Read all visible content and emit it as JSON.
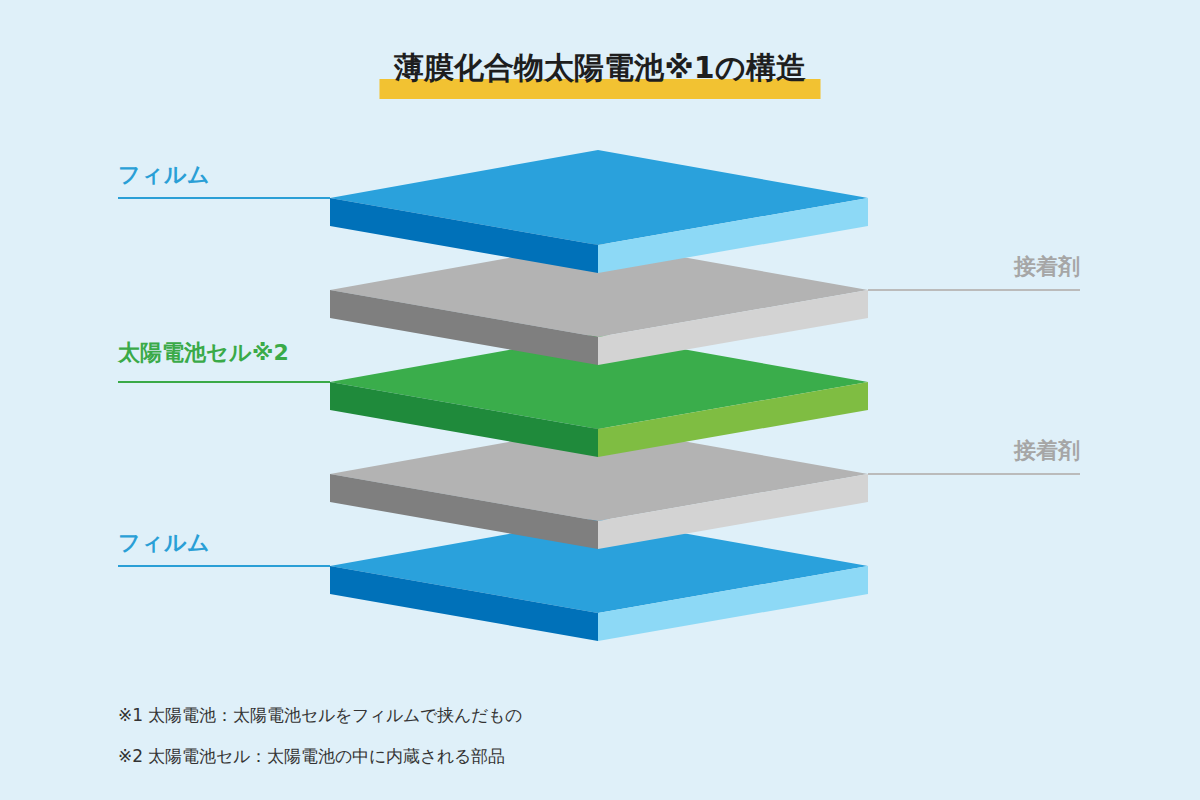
{
  "diagram": {
    "title": "薄膜化合物太陽電池※1の構造",
    "labels": [
      "フィルム",
      "接着剤",
      "太陽電池セル※2",
      "接着剤",
      "フィルム",
      "※1 太陽電池：太陽電池セルをフィルムで挟んだもの",
      "※2 太陽電池セル：太陽電池の中に内蔵される部品"
    ]
  }
}
